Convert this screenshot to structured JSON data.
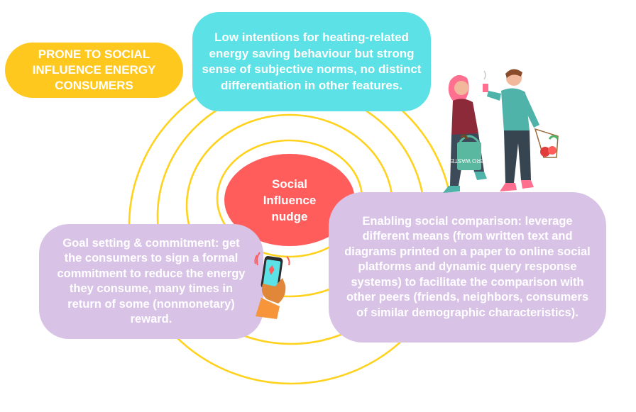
{
  "segment": {
    "label": "PRONE TO SOCIAL INFLUENCE ENERGY CONSUMERS"
  },
  "center": {
    "label": "Social Influence nudge"
  },
  "profile": {
    "text": "Low intentions for heating-related energy saving behaviour but strong sense of subjective norms, no distinct differentiation in other features."
  },
  "goal_setting": {
    "text": "Goal setting & commitment: get the consumers to sign a formal commitment to reduce the energy they consume, many times in return of some (nonmonetary) reward."
  },
  "social_comparison": {
    "text": "Enabling social comparison: leverage different means (from written text and diagrams printed on a paper to online social platforms and dynamic query response systems) to facilitate the comparison with other peers (friends, neighbors, consumers of similar demographic characteristics)."
  },
  "illustrations": {
    "bag_text": "ZERO WASTE",
    "people_icon": "couple-shopping-icon",
    "phone_icon": "hand-phone-icon"
  },
  "colors": {
    "rings": "#ffd21e",
    "segment": "#ffc81e",
    "profile": "#5ce1e6",
    "nudge": "#ff5c5c",
    "strategies": "#d8c2e6",
    "text": "#ffffff"
  }
}
